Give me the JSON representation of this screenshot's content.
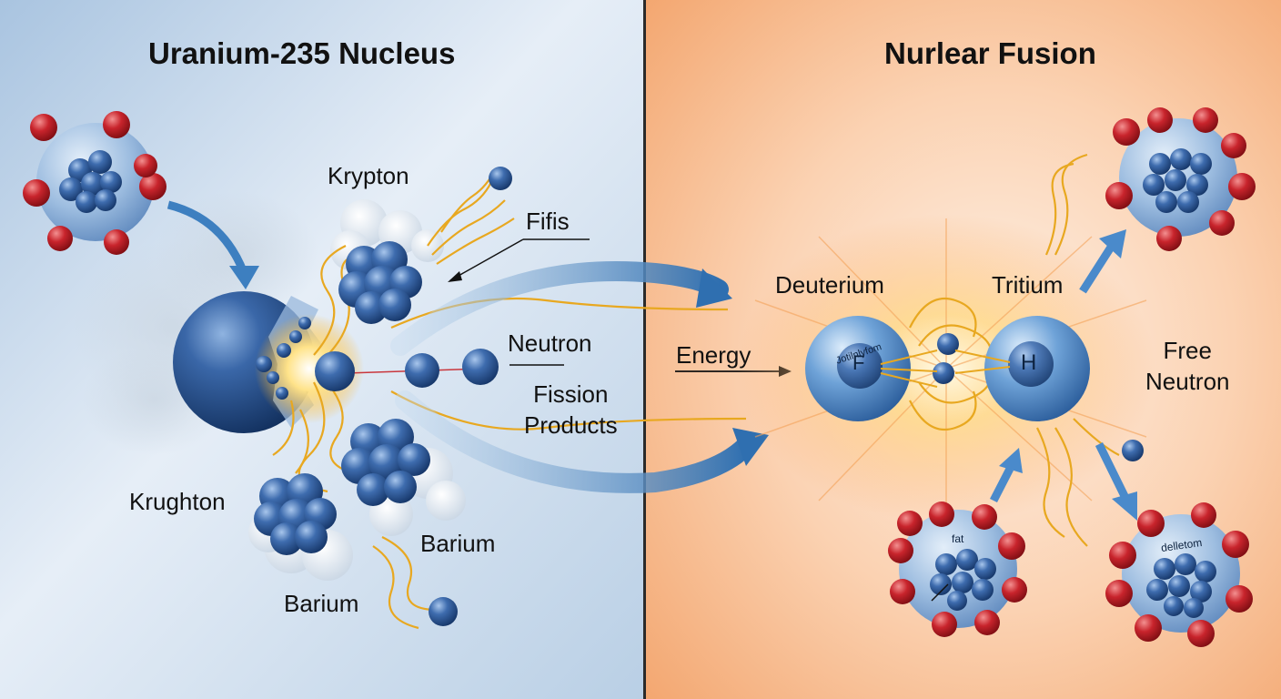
{
  "left_panel": {
    "title": "Uranium-235 Nucleus",
    "labels": {
      "krypton": "Krypton",
      "fifis": "Fifis",
      "neutron": "Neutron",
      "fission_products": "Fission\nProducts",
      "krughton": "Krughton",
      "barium_right": "Barium",
      "barium_lower": "Barium"
    },
    "background_color": "#cfdfee"
  },
  "right_panel": {
    "title": "Nurlear Fusion",
    "labels": {
      "energy": "Energy",
      "deuterium": "Deuterium",
      "tritium": "Tritium",
      "free_neutron": "Free\nNeutron",
      "deuterium_core_text": "Jotilnlyfom",
      "deuterium_letter": "F",
      "tritium_letter": "H",
      "small_nucleus_text": "fat",
      "lower_right_nucleus_text": "delletom"
    },
    "background_color": "#f7b68a"
  },
  "colors": {
    "neutron_blue": "#2e5b9b",
    "proton_red": "#c8242c",
    "energy_wave": "#e8a820",
    "arrow_blue": "#3d7fc0",
    "divider": "#2a2a2a"
  }
}
